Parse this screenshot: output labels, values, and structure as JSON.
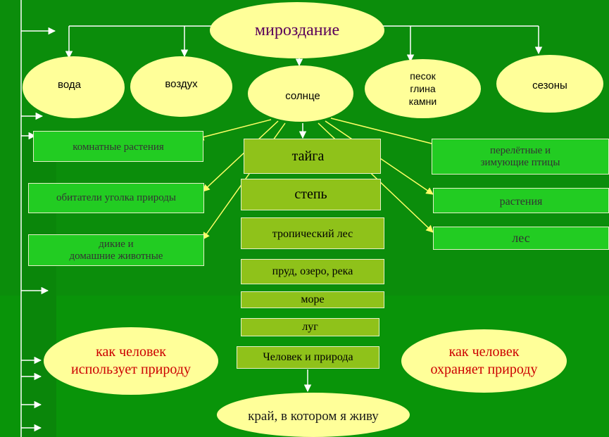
{
  "top": {
    "title": "мироздание"
  },
  "elements": {
    "voda": "вода",
    "vozduh": "воздух",
    "solnce": "солнце",
    "pesok": [
      "песок",
      "глина",
      "камни"
    ],
    "sezony": "сезоны"
  },
  "left_boxes": {
    "komnatnye": "комнатные растения",
    "obitateli": "обитатели уголка природы",
    "dikie": [
      "дикие и",
      "домашние животные"
    ]
  },
  "center_boxes": {
    "taiga": "тайга",
    "step": "степь",
    "tropic": "тропический лес",
    "prud": "пруд, озеро, река",
    "more": "море",
    "lug": "луг",
    "chelovek": "Человек и природа"
  },
  "right_boxes": {
    "ptitsy": [
      "перелётные и",
      "зимующие птицы"
    ],
    "rasteniya": "растения",
    "les": "лес"
  },
  "bottom": {
    "left_oval": [
      "как человек",
      "использует природу"
    ],
    "right_oval": [
      "как человек",
      "охраняет природу"
    ],
    "kray": "край, в котором я живу"
  }
}
